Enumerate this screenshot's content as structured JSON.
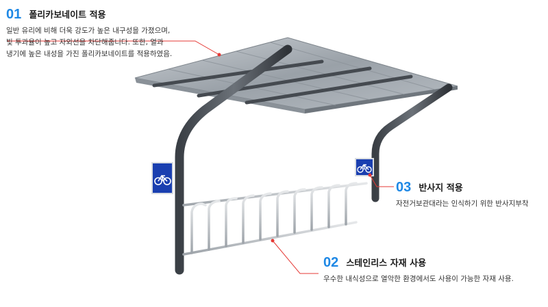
{
  "colors": {
    "accent": "#1e88e5",
    "leader": "#e53935",
    "sign": "#1a3fb0"
  },
  "callouts": [
    {
      "number": "01",
      "title": "폴리카보네이트 적용",
      "desc": "일반 유리에 비해 더욱 강도가 높은 내구성을 가졌으며,\n빛 투과율이 높고 자외선을 차단해줍니다. 또한, 열과\n냉기에 높은 내성을 가진 폴리카보네이트를 적용하였음."
    },
    {
      "number": "02",
      "title": "스테인리스 자재 사용",
      "desc": "우수한 내식성으로 열악한 환경에서도 사용이 가능한 자재 사용."
    },
    {
      "number": "03",
      "title": "반사지 적용",
      "desc": "자전거보관대라는 인식하기 위한 반사지부착"
    }
  ],
  "icons": {
    "sign_left": "bicycle-icon",
    "sign_right": "bicycle-icon"
  }
}
